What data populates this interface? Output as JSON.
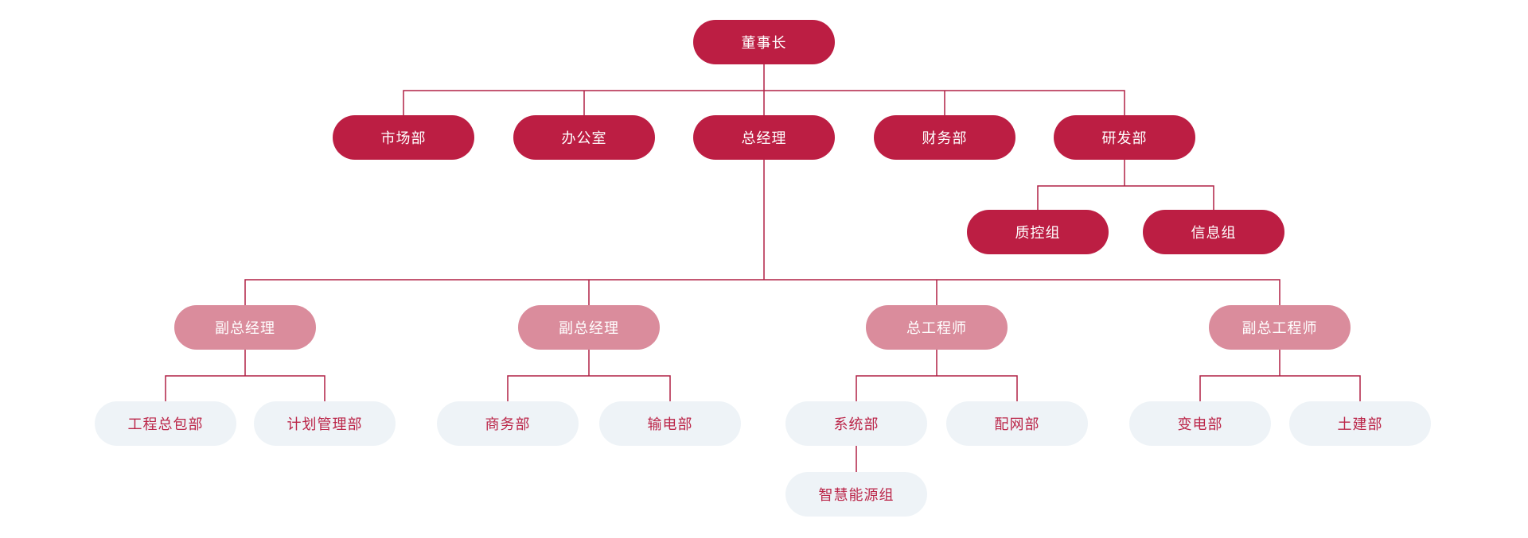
{
  "page": {
    "background": "#ffffff"
  },
  "org_chart": {
    "type": "organization-chart",
    "style": {
      "primary_node_color": "#bc1e43",
      "secondary_node_color": "#da8c9c",
      "tertiary_node_bg": "#eef3f7",
      "tertiary_node_text": "#bb2649",
      "text_on_dark": "#ffffff",
      "connector_color": "#b02045"
    },
    "nodes": [
      {
        "id": "chairman",
        "label": "董事长",
        "level": "primary",
        "parent": null
      },
      {
        "id": "marketing-dept",
        "label": "市场部",
        "level": "primary",
        "parent": "chairman"
      },
      {
        "id": "office",
        "label": "办公室",
        "level": "primary",
        "parent": "chairman"
      },
      {
        "id": "general-manager",
        "label": "总经理",
        "level": "primary",
        "parent": "chairman"
      },
      {
        "id": "finance-dept",
        "label": "财务部",
        "level": "primary",
        "parent": "chairman"
      },
      {
        "id": "rnd-dept",
        "label": "研发部",
        "level": "primary",
        "parent": "chairman"
      },
      {
        "id": "qc-group",
        "label": "质控组",
        "level": "primary",
        "parent": "rnd-dept"
      },
      {
        "id": "info-group",
        "label": "信息组",
        "level": "primary",
        "parent": "rnd-dept"
      },
      {
        "id": "deputy-gm-1",
        "label": "副总经理",
        "level": "secondary",
        "parent": "general-manager"
      },
      {
        "id": "deputy-gm-2",
        "label": "副总经理",
        "level": "secondary",
        "parent": "general-manager"
      },
      {
        "id": "chief-engineer",
        "label": "总工程师",
        "level": "secondary",
        "parent": "general-manager"
      },
      {
        "id": "deputy-chief-engineer",
        "label": "副总工程师",
        "level": "secondary",
        "parent": "general-manager"
      },
      {
        "id": "epc-dept",
        "label": "工程总包部",
        "level": "tertiary",
        "parent": "deputy-gm-1"
      },
      {
        "id": "planning-dept",
        "label": "计划管理部",
        "level": "tertiary",
        "parent": "deputy-gm-1"
      },
      {
        "id": "business-dept",
        "label": "商务部",
        "level": "tertiary",
        "parent": "deputy-gm-2"
      },
      {
        "id": "transmission-dept",
        "label": "输电部",
        "level": "tertiary",
        "parent": "deputy-gm-2"
      },
      {
        "id": "systems-dept",
        "label": "系统部",
        "level": "tertiary",
        "parent": "chief-engineer"
      },
      {
        "id": "distribution-dept",
        "label": "配网部",
        "level": "tertiary",
        "parent": "chief-engineer"
      },
      {
        "id": "substation-dept",
        "label": "变电部",
        "level": "tertiary",
        "parent": "deputy-chief-engineer"
      },
      {
        "id": "civil-dept",
        "label": "土建部",
        "level": "tertiary",
        "parent": "deputy-chief-engineer"
      },
      {
        "id": "smart-energy-group",
        "label": "智慧能源组",
        "level": "tertiary",
        "parent": "systems-dept"
      }
    ]
  }
}
